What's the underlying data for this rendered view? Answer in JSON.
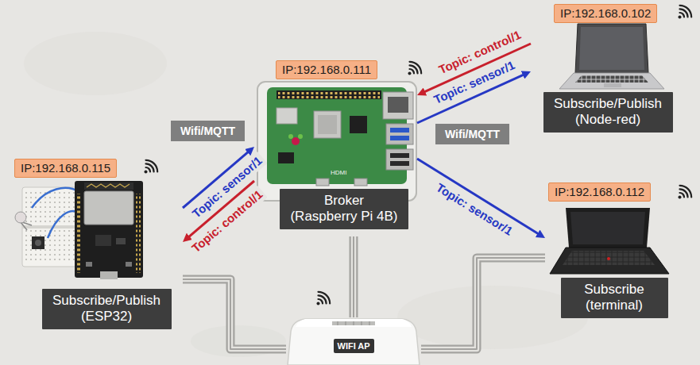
{
  "diagram": {
    "nodes": [
      {
        "text": [
          "IP:192.168.0.115",
          "Subscribe/Publish (ESP32)"
        ]
      },
      {
        "text": [
          "IP:192.168.0.111",
          "Broker (Raspberry Pi 4B)"
        ]
      },
      {
        "text": [
          "IP:192.168.0.102",
          "Subscribe/Publish (Node-red)"
        ]
      },
      {
        "text": [
          "IP:192.168.0.112",
          "Subscribe (terminal)"
        ]
      },
      {
        "text": [
          "WIFI AP"
        ]
      }
    ],
    "edges": [
      {
        "from": 0,
        "to": 1,
        "label": "Topic: sensor/1",
        "arrow": "to"
      },
      {
        "from": 1,
        "to": 0,
        "label": "Topic: control/1",
        "arrow": "to"
      },
      {
        "from": 2,
        "to": 1,
        "label": "Topic: control/1",
        "arrow": "to"
      },
      {
        "from": 1,
        "to": 2,
        "label": "Topic: sensor/1",
        "arrow": "to"
      },
      {
        "from": 1,
        "to": 3,
        "label": "Topic: sensor/1",
        "arrow": "to"
      },
      {
        "from": 4,
        "to": 0,
        "arrow": "none"
      },
      {
        "from": 4,
        "to": 1,
        "arrow": "none"
      },
      {
        "from": 4,
        "to": 3,
        "arrow": "none"
      }
    ],
    "labels": [
      "Wifi/MQTT",
      "Wifi/MQTT",
      "HDMI"
    ]
  }
}
